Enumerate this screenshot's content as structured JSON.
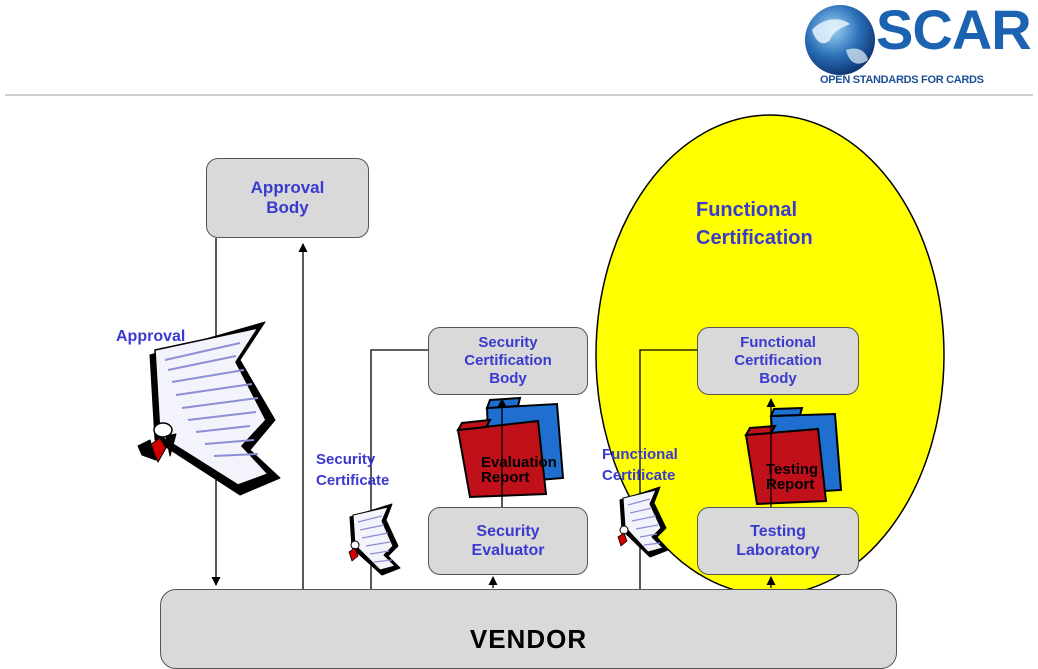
{
  "logo": {
    "wordmark": "SCAR",
    "tagline": "OPEN STANDARDS FOR CARDS"
  },
  "nodes": {
    "approval_body": [
      "Approval",
      "Body"
    ],
    "security_cert_body": [
      "Security",
      "Certification",
      "Body"
    ],
    "functional_cert_body": [
      "Functional",
      "Certification",
      "Body"
    ],
    "security_evaluator": [
      "Security",
      "Evaluator"
    ],
    "testing_laboratory": [
      "Testing",
      "Laboratory"
    ],
    "vendor": "VENDOR"
  },
  "region": {
    "label": [
      "Functional",
      "Certification"
    ],
    "fill": "#ffff00"
  },
  "documents": {
    "approval": "Approval",
    "security_certificate": [
      "Security",
      "Certificate"
    ],
    "functional_certificate": [
      "Functional",
      "Certificate"
    ],
    "evaluation_report": [
      "Evaluation",
      "Report"
    ],
    "testing_report": [
      "Testing",
      "Report"
    ]
  },
  "colors": {
    "label_blue": "#3a3ad0",
    "box_fill": "#d9d9d9",
    "folder_red": "#c0101a",
    "folder_blue": "#1e6fd0"
  }
}
